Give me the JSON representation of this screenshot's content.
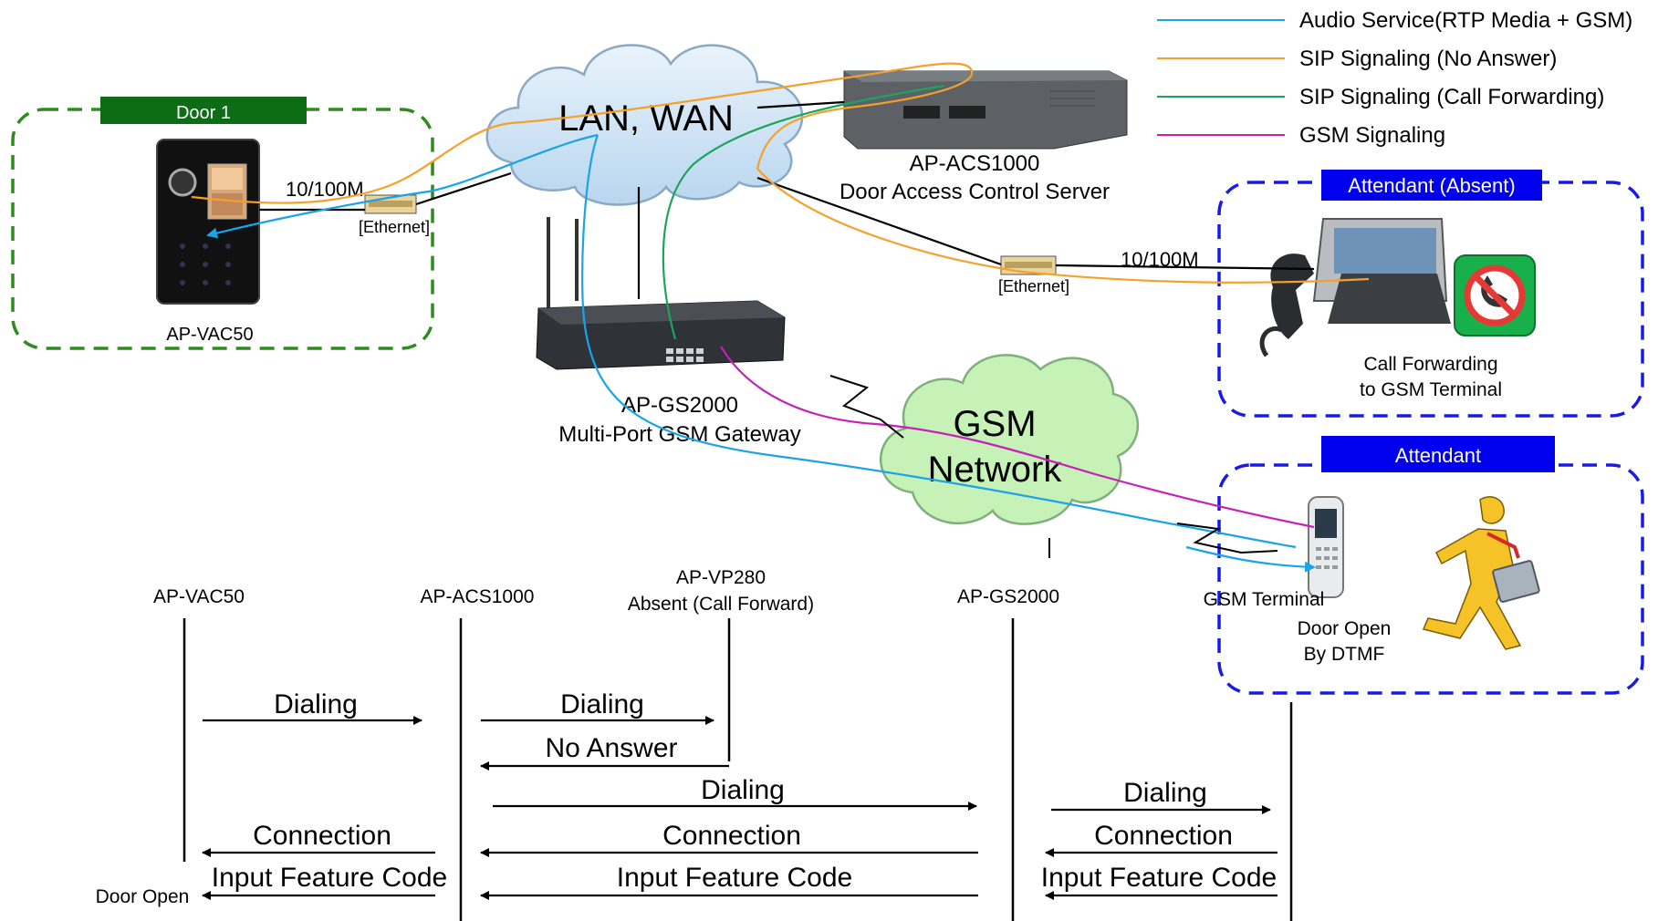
{
  "legend": [
    {
      "label": "Audio Service(RTP Media + GSM)",
      "color": "#1aa3e8"
    },
    {
      "label": "SIP Signaling (No Answer)",
      "color": "#f5a02a"
    },
    {
      "label": "SIP Signaling (Call Forwarding)",
      "color": "#1ba55c"
    },
    {
      "label": "GSM Signaling",
      "color": "#c71fb8"
    }
  ],
  "colors": {
    "door_zone": "#2e8b1e",
    "attendant_zone": "#1a1ae6",
    "door_badge": "#0e6b16",
    "attendant_badge": "#0000ee",
    "lan_cloud": "#cce4f7",
    "gsm_cloud": "#c6f2b8"
  },
  "zones": {
    "door": "Door 1",
    "attendant_absent": "Attendant (Absent)",
    "attendant": "Attendant"
  },
  "clouds": {
    "lan": "LAN, WAN",
    "gsm_line1": "GSM",
    "gsm_line2": "Network"
  },
  "devices": {
    "vac50": "AP-VAC50",
    "acs_name": "AP-ACS1000",
    "acs_desc": "Door Access Control Server",
    "gs_name": "AP-GS2000",
    "gs_desc": "Multi-Port GSM Gateway",
    "speed_left": "10/100M",
    "speed_right": "10/100M",
    "ethernet_left": "[Ethernet]",
    "ethernet_right": "[Ethernet]",
    "forward_line1": "Call Forwarding",
    "forward_line2": "to GSM Terminal",
    "gsm_terminal": "GSM Terminal",
    "door_open_line1": "Door Open",
    "door_open_line2": "By  DTMF"
  },
  "sequence": {
    "lanes": {
      "vac50": "AP-VAC50",
      "acs": "AP-ACS1000",
      "vp280_line1": "AP-VP280",
      "vp280_line2": "Absent (Call Forward)",
      "gs2000": "AP-GS2000"
    },
    "messages": {
      "m1": "Dialing",
      "m2": "Dialing",
      "m3": "No Answer",
      "m4": "Dialing",
      "m5": "Dialing",
      "m6": "Connection",
      "m7": "Connection",
      "m8": "Connection",
      "m9": "Input Feature Code",
      "m10": "Input Feature Code",
      "m11": "Input Feature Code",
      "door_open": "Door Open"
    }
  }
}
